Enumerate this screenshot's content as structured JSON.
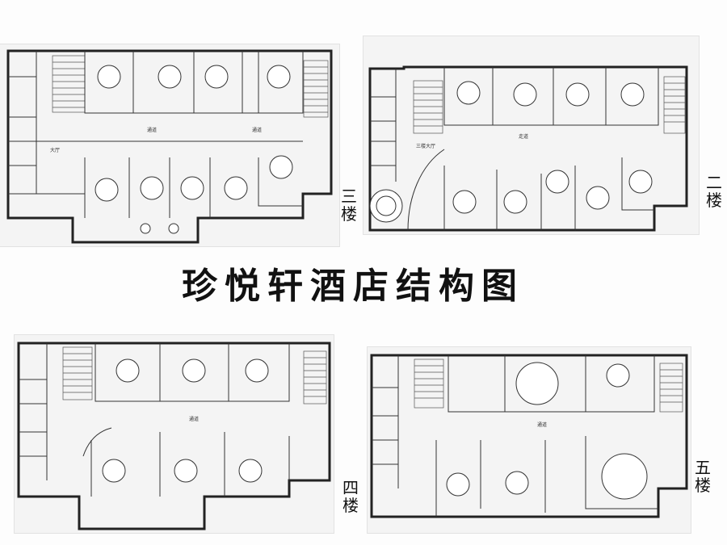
{
  "title": "珍悦轩酒店结构图",
  "floors": [
    {
      "id": "3f",
      "label": "三楼",
      "corridor_text": [
        "通道",
        "通道"
      ],
      "hall_text": "大厅"
    },
    {
      "id": "2f",
      "label": "二楼",
      "corridor_text": [
        "走道"
      ],
      "hall_text": "三楼大厅"
    },
    {
      "id": "4f",
      "label": "四楼",
      "corridor_text": [
        "通道"
      ]
    },
    {
      "id": "5f",
      "label": "五楼",
      "corridor_text": [
        "通道"
      ]
    }
  ],
  "colors": {
    "wall": "#222222",
    "paper": "#f4f4f4",
    "background": "#fdfdfd"
  }
}
